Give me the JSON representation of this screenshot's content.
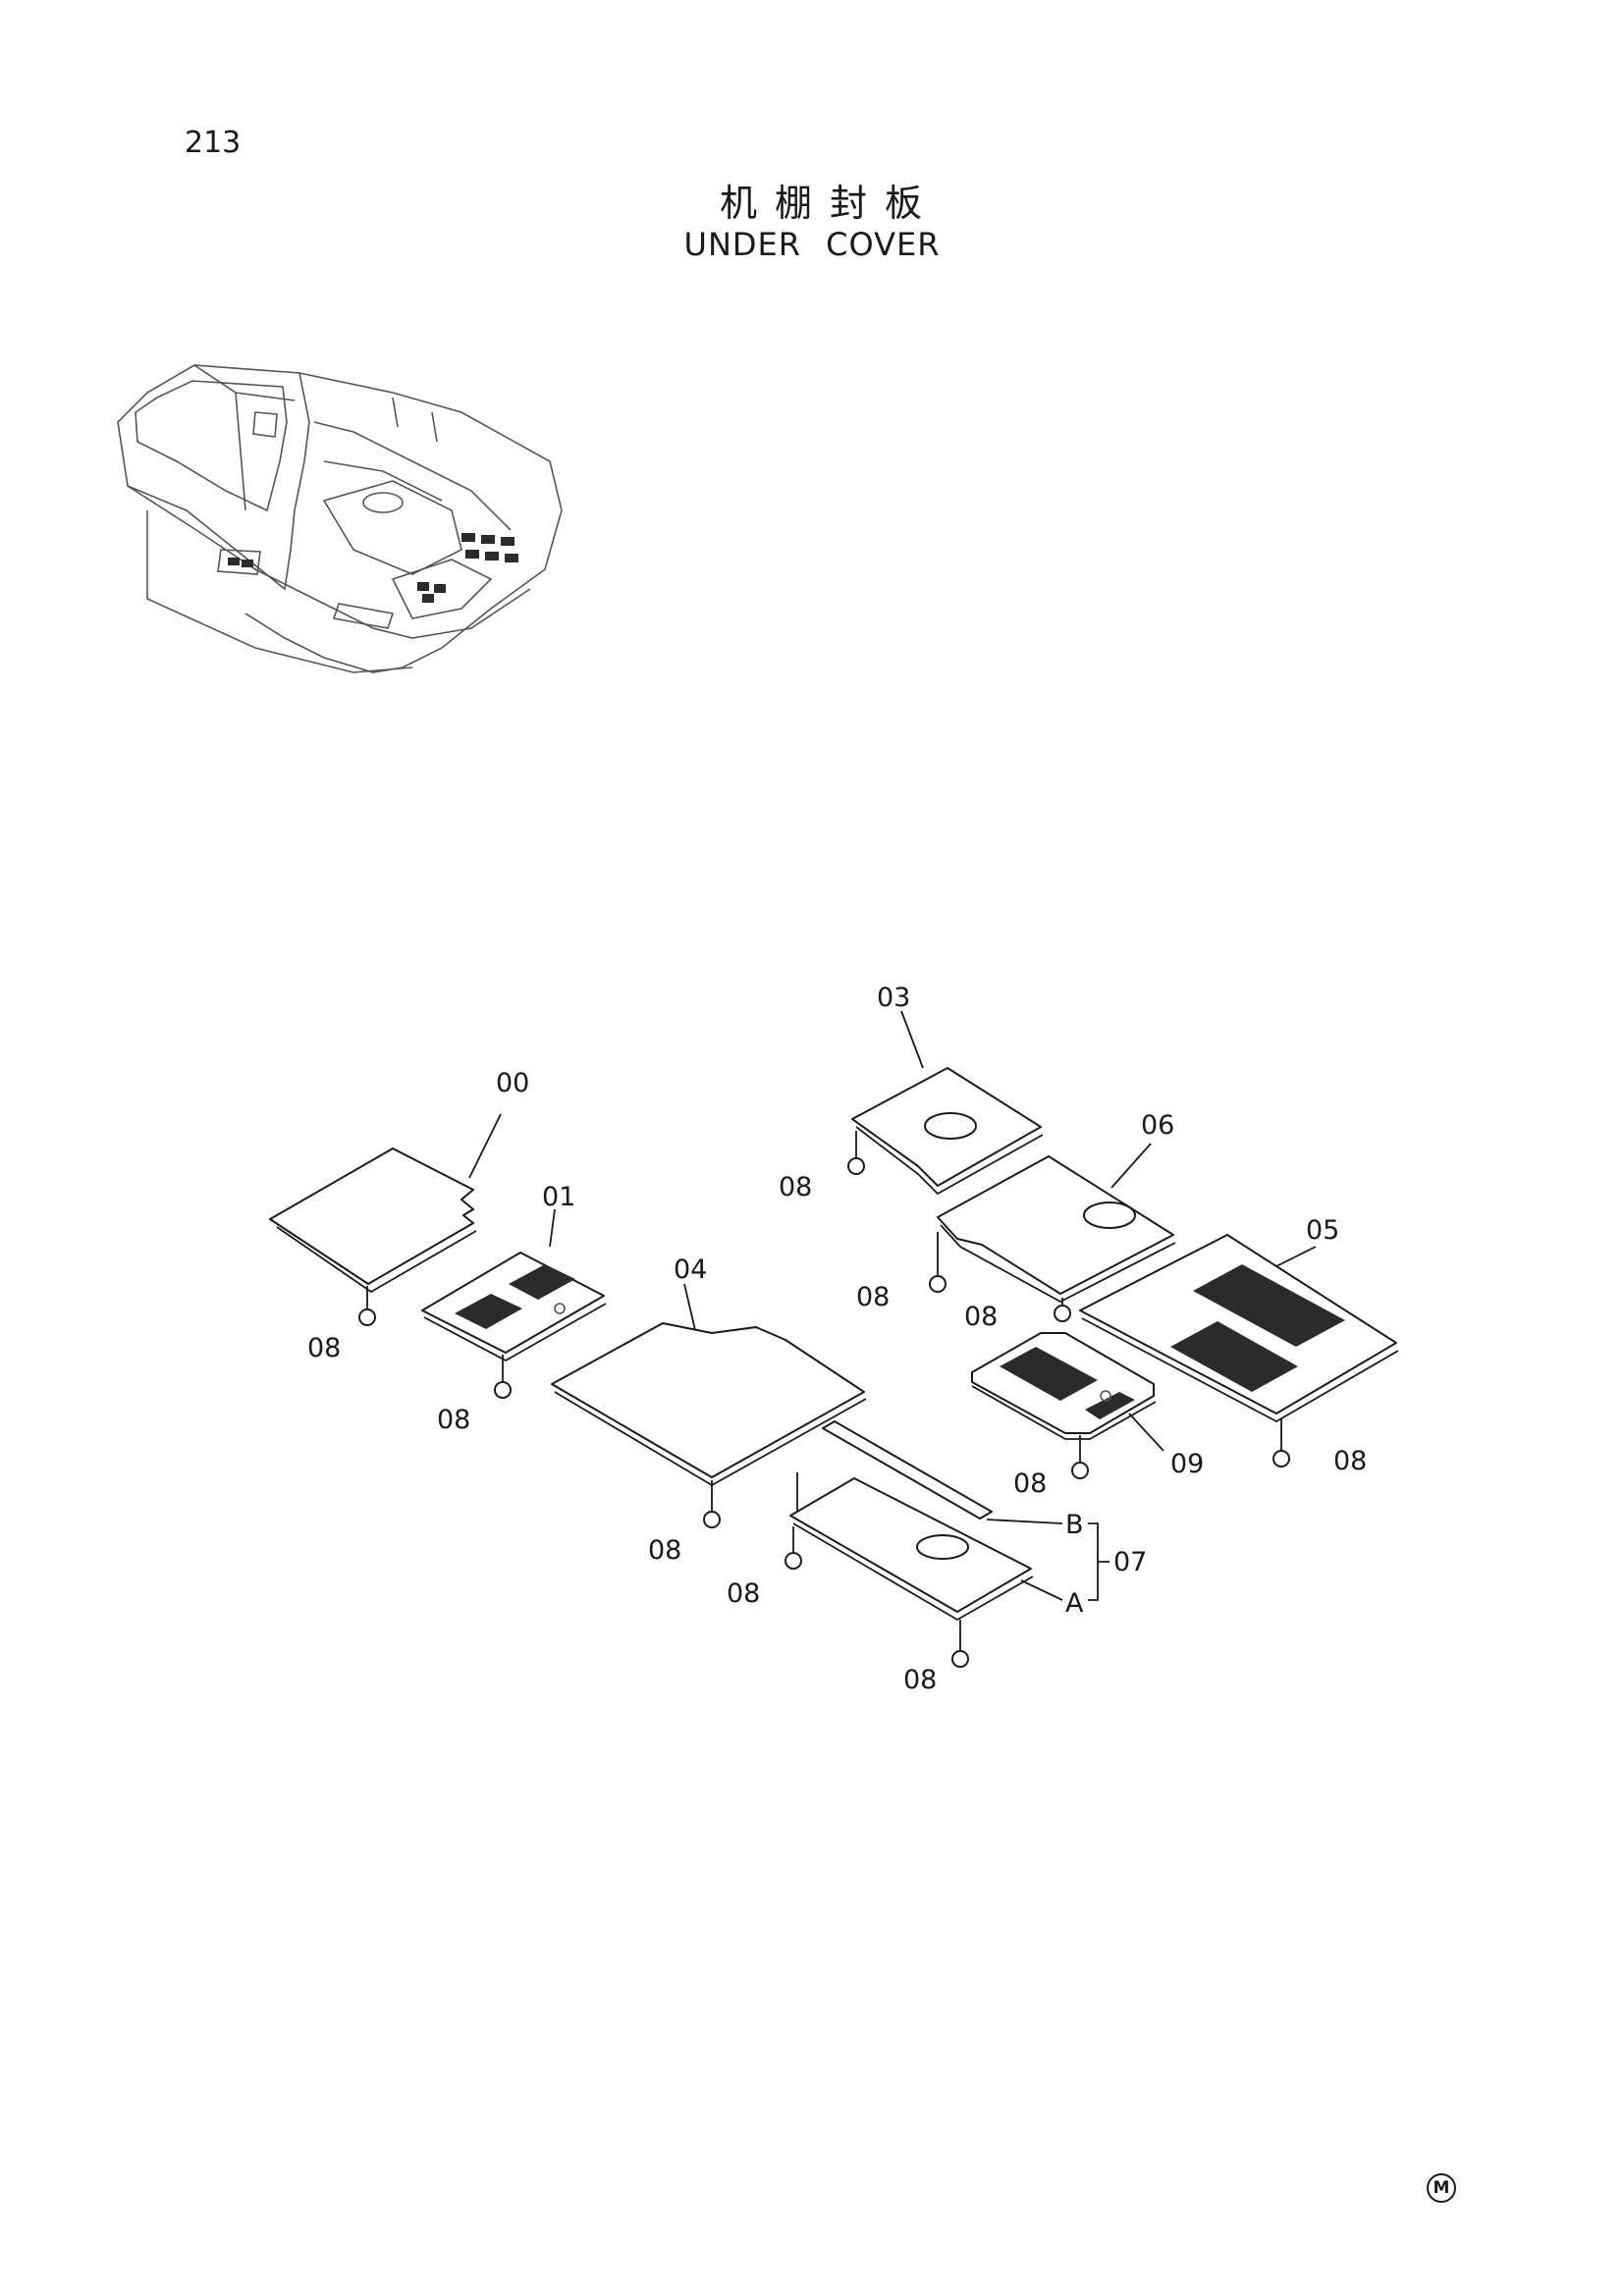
{
  "page_number": "213",
  "title_cn": "机棚封板",
  "title_en": "UNDER COVER",
  "labels": {
    "p00": "00",
    "p01": "01",
    "p03": "03",
    "p04": "04",
    "p05": "05",
    "p06": "06",
    "p07": "07",
    "p08": "08",
    "p09": "09",
    "a": "A",
    "b": "B"
  },
  "footer_mark": "M"
}
